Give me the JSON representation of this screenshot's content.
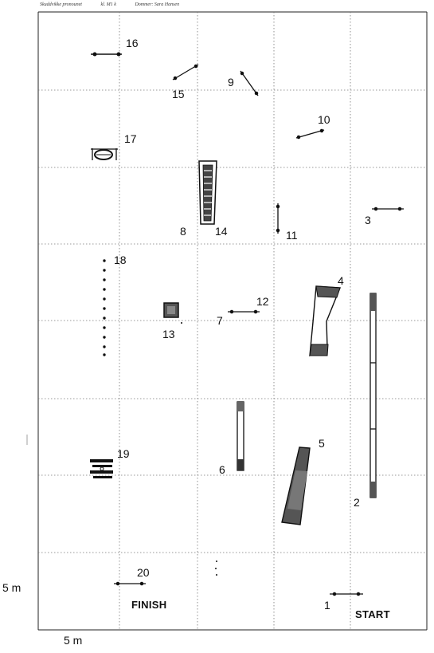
{
  "header": {
    "competition": "Skuddvikke pronounet",
    "class": "kl. M1 k",
    "judge": "Dommer: Sara Hansen"
  },
  "scale": {
    "vertical": "5 m",
    "horizontal": "5 m"
  },
  "course": {
    "start_label": "START",
    "finish_label": "FINISH",
    "obstacle_numbers": [
      "1",
      "2",
      "3",
      "4",
      "5",
      "6",
      "7",
      "8",
      "9",
      "10",
      "11",
      "12",
      "13",
      "14",
      "15",
      "16",
      "17",
      "18",
      "19",
      "20"
    ]
  }
}
